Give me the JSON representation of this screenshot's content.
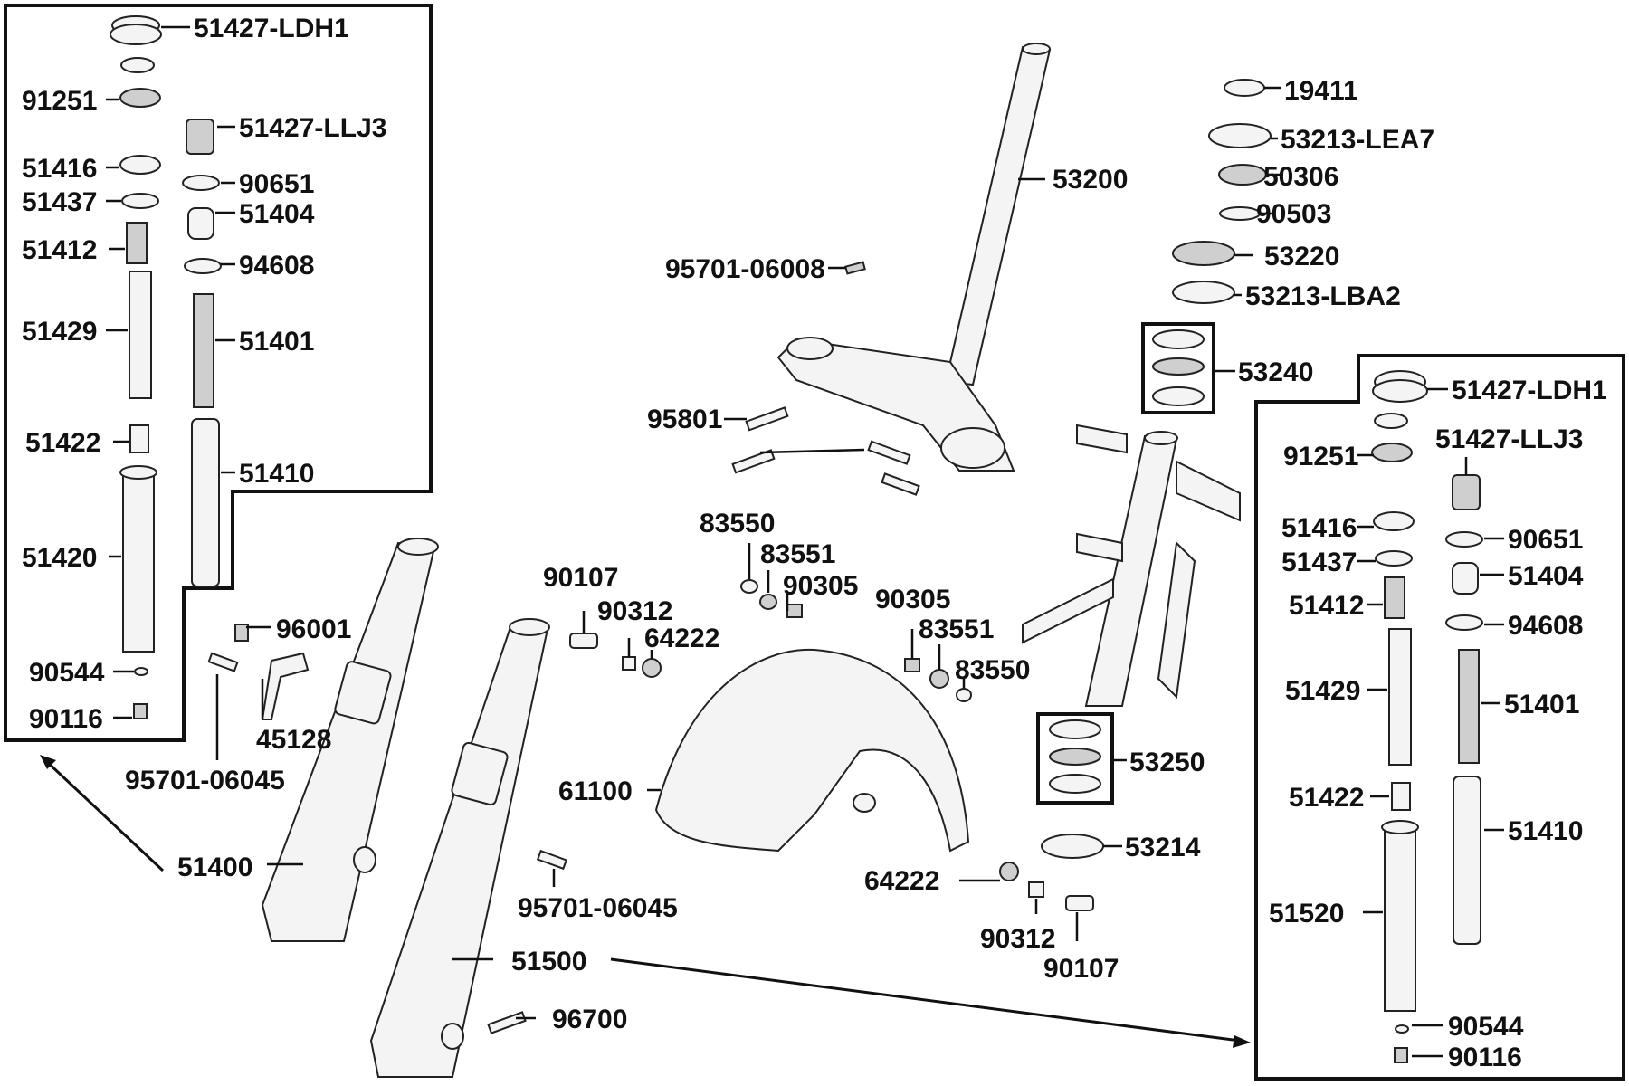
{
  "colors": {
    "ink": "#111111",
    "background": "#ffffff",
    "part_fill": "#f4f4f4"
  },
  "labels": {
    "left_51427_ldh1": "51427-LDH1",
    "left_91251": "91251",
    "left_51427_llj3": "51427-LLJ3",
    "left_51416": "51416",
    "left_90651": "90651",
    "left_51437": "51437",
    "left_51404": "51404",
    "left_51412": "51412",
    "left_94608": "94608",
    "left_51429": "51429",
    "left_51401": "51401",
    "left_51422": "51422",
    "left_51410": "51410",
    "left_51420": "51420",
    "left_90544": "90544",
    "left_90116": "90116",
    "p96001": "96001",
    "p45128": "45128",
    "p95701_06045_top": "95701-06045",
    "p51400": "51400",
    "p51500": "51500",
    "p95701_06045_bottom": "95701-06045",
    "p96700": "96700",
    "p53200": "53200",
    "p95701_06008": "95701-06008",
    "p95801": "95801",
    "p83550_left": "83550",
    "p83551_left": "83551",
    "p90305_left": "90305",
    "p90107_left": "90107",
    "p90312_left": "90312",
    "p64222_left": "64222",
    "p90305_right": "90305",
    "p83551_right": "83551",
    "p83550_right": "83550",
    "p61100": "61100",
    "p64222_right": "64222",
    "p90312_right": "90312",
    "p90107_right": "90107",
    "p19411": "19411",
    "p53213_lea7": "53213-LEA7",
    "p50306": "50306",
    "p90503": "90503",
    "p53220": "53220",
    "p53213_lba2": "53213-LBA2",
    "p53240": "53240",
    "p53250": "53250",
    "p53214": "53214",
    "right_51427_ldh1": "51427-LDH1",
    "right_91251": "91251",
    "right_51427_llj3": "51427-LLJ3",
    "right_51416": "51416",
    "right_90651": "90651",
    "right_51437": "51437",
    "right_51404": "51404",
    "right_51412": "51412",
    "right_94608": "94608",
    "right_51429": "51429",
    "right_51401": "51401",
    "right_51422": "51422",
    "right_51410": "51410",
    "right_51520": "51520",
    "right_90544": "90544",
    "right_90116": "90116"
  }
}
